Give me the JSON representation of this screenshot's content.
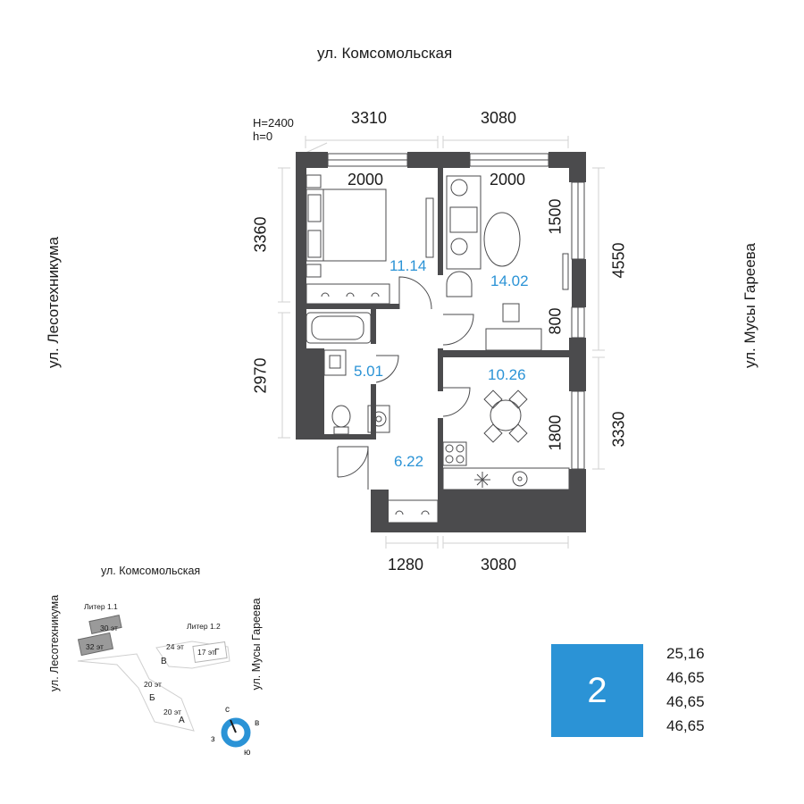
{
  "streets": {
    "top": "ул. Комсомольская",
    "left": "ул. Лесотехникума",
    "right": "ул. Мусы Гареева"
  },
  "ceiling": {
    "height": "H=2400",
    "level": "h=0"
  },
  "dimensions": {
    "top_left": "3310",
    "top_right": "3080",
    "bottom_left": "1280",
    "bottom_right": "3080",
    "left_upper": "3360",
    "left_lower": "2970",
    "right_upper": "4550",
    "right_lower": "3330",
    "window_bedroom": "2000",
    "window_living": "2000",
    "window_side_upper": "1500",
    "window_side_mid": "800",
    "window_kitchen": "1800"
  },
  "room_areas": {
    "bedroom": "11.14",
    "living": "14.02",
    "bathroom": "5.01",
    "kitchen": "10.26",
    "hall": "6.22"
  },
  "site_plan": {
    "street_top": "ул. Комсомольская",
    "street_left": "ул. Лесотехникума",
    "street_right": "ул. Мусы Гареева",
    "liter_1_1": "Литер 1.1",
    "liter_1_2": "Литер 1.2",
    "floors_30": "30 эт",
    "floors_32": "32 эт",
    "floors_24": "24 эт",
    "floors_17": "17 эт",
    "floors_20a": "20 эт",
    "floors_20b": "20 эт",
    "section_b_cyr": "В",
    "section_g": "Г",
    "section_b": "Б",
    "section_a": "А"
  },
  "compass": {
    "north": "с",
    "east": "в",
    "south": "ю",
    "west": "з"
  },
  "summary": {
    "rooms": "2",
    "areas": [
      "25,16",
      "46,65",
      "46,65",
      "46,65"
    ]
  },
  "colors": {
    "wall": "#4b4b4d",
    "accent": "#2b93d6",
    "line": "#cfcfcf"
  }
}
